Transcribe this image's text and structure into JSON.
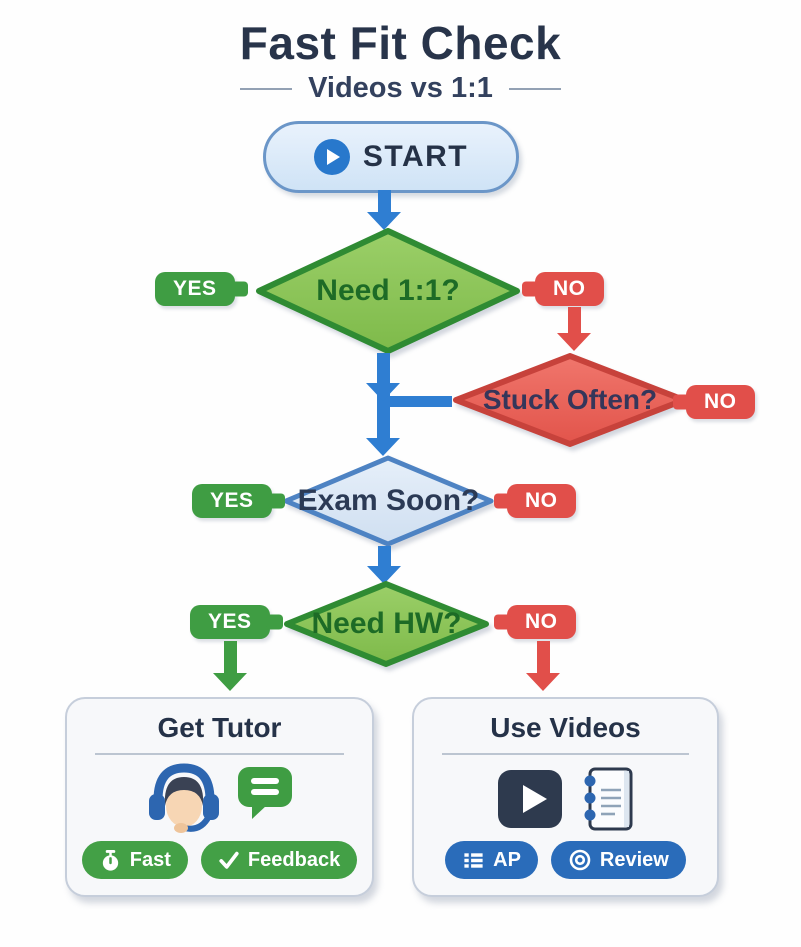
{
  "header": {
    "title": "Fast Fit Check",
    "subtitle": "Videos vs 1:1"
  },
  "flow": {
    "start": {
      "label": "START",
      "icon": "play-icon"
    },
    "decisions": [
      {
        "id": "need-1-1",
        "question": "Need 1:1?",
        "variant": "green",
        "yes_label": "YES",
        "no_label": "NO"
      },
      {
        "id": "stuck-often",
        "question": "Stuck Often?",
        "variant": "red",
        "no_label": "NO"
      },
      {
        "id": "exam-soon",
        "question": "Exam Soon?",
        "variant": "blue",
        "yes_label": "YES",
        "no_label": "NO"
      },
      {
        "id": "need-hw",
        "question": "Need HW?",
        "variant": "green",
        "yes_label": "YES",
        "no_label": "NO"
      }
    ],
    "edges": [
      {
        "from": "start",
        "to": "need-1-1"
      },
      {
        "from": "need-1-1",
        "via": "NO",
        "to": "stuck-often"
      },
      {
        "from": "need-1-1",
        "to": "exam-soon"
      },
      {
        "from": "stuck-often",
        "to": "exam-soon"
      },
      {
        "from": "exam-soon",
        "to": "need-hw"
      },
      {
        "from": "need-hw",
        "via": "YES",
        "to": "get-tutor"
      },
      {
        "from": "need-hw",
        "via": "NO",
        "to": "use-videos"
      }
    ],
    "outcomes": [
      {
        "id": "get-tutor",
        "title": "Get Tutor",
        "icons": [
          "tutor-headset-icon",
          "chat-bubble-icon"
        ],
        "badges": [
          {
            "icon": "stopwatch-icon",
            "label": "Fast"
          },
          {
            "icon": "check-icon",
            "label": "Feedback"
          }
        ]
      },
      {
        "id": "use-videos",
        "title": "Use Videos",
        "icons": [
          "video-play-icon",
          "notebook-icon"
        ],
        "badges": [
          {
            "icon": "list-icon",
            "label": "AP"
          },
          {
            "icon": "replay-icon",
            "label": "Review"
          }
        ]
      }
    ]
  },
  "colors": {
    "title_navy": "#28344a",
    "arrow_blue": "#2f7ed2",
    "tag_green": "#3f9d43",
    "tag_red": "#e14f4a",
    "diamond_green_fill": "#8bc65a",
    "diamond_green_border": "#2f8b33",
    "diamond_red_fill": "#ec6157",
    "diamond_red_border": "#c7423b",
    "diamond_blue_fill": "#dbe7f5",
    "diamond_blue_border": "#4e83c3",
    "start_fill": "#d7e7f9",
    "start_border": "#6b96c8",
    "outcome_badge_green": "#43a046",
    "outcome_badge_blue": "#2a6cba",
    "outcome_box_bg": "#f7f8fa",
    "outcome_box_border": "#c6cedb"
  }
}
